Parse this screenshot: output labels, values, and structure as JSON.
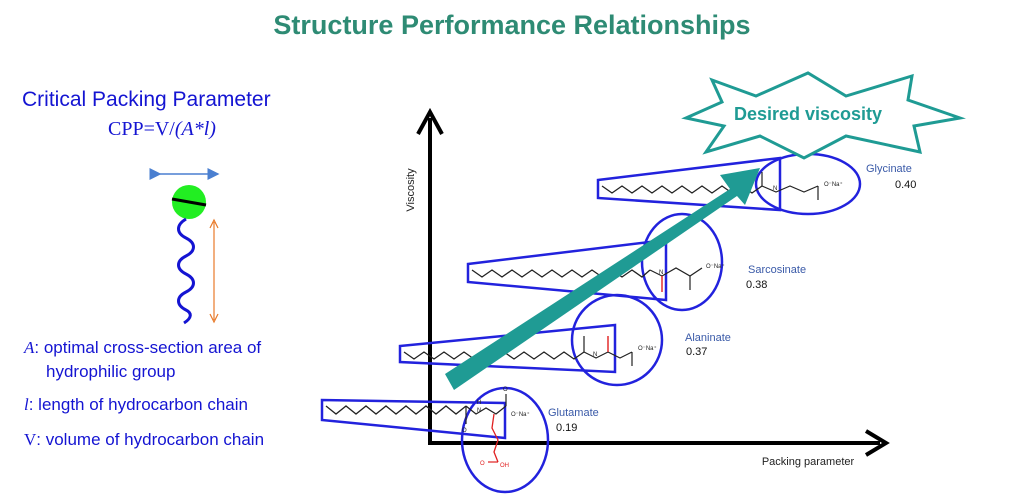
{
  "title": "Structure Performance Relationships",
  "cpp": {
    "heading": "Critical Packing Parameter",
    "formula_prefix": "CPP=V/",
    "formula_italic": "(A*l)",
    "definitions": [
      {
        "symbol": "A",
        "text": ": optimal cross-section area of",
        "text_cont": "hydrophilic group"
      },
      {
        "symbol": "l",
        "text": ":  length of hydrocarbon chain"
      },
      {
        "symbol": "V",
        "text": ": volume of hydrocarbon chain"
      }
    ]
  },
  "chart": {
    "y_axis_label": "Viscosity",
    "x_axis_label": "Packing parameter",
    "badge": "Desired viscosity",
    "surfactants": [
      {
        "name": "Glutamate",
        "value": "0.19"
      },
      {
        "name": "Alaninate",
        "value": "0.37"
      },
      {
        "name": "Sarcosinate",
        "value": "0.38"
      },
      {
        "name": "Glycinate",
        "value": "0.40"
      }
    ],
    "chem": {
      "salt": "O⁻Na⁺",
      "n": "N",
      "o": "O",
      "h": "H",
      "oh": "OH"
    }
  },
  "colors": {
    "title": "#2e8b74",
    "blue_text": "#1414d2",
    "outline": "#2222dd",
    "arrow": "#1f9b94",
    "head": "#22ee22",
    "red": "#e02020"
  }
}
